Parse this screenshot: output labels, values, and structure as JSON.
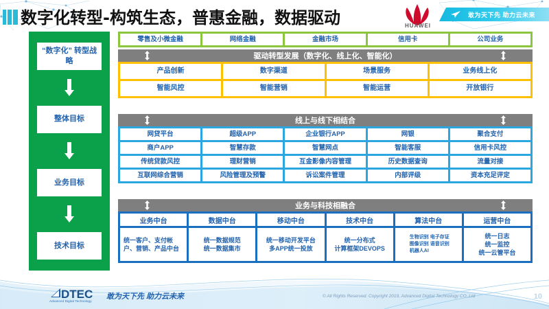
{
  "header": {
    "title": "数字化转型-构筑生态，普惠金融，数据驱动",
    "brand": "HUAWEI",
    "banner_text": "敢为天下先 助力云未来",
    "logo_icon": "huawei-flower-logo",
    "plane_icon": "paper-plane-icon",
    "accent_icon": "stripe-accent-bars"
  },
  "sidebar": {
    "items": [
      {
        "label": "“数字化”\n转型战略"
      },
      {
        "label": "整体目标"
      },
      {
        "label": "业务目标"
      },
      {
        "label": "技术目标"
      }
    ],
    "arrow_icon": "arrow-down-icon"
  },
  "sections": {
    "business_lines": {
      "items": [
        "零售及小微金融",
        "网络金融",
        "金融市场",
        "信用卡",
        "公司业务"
      ]
    },
    "drive": {
      "bar_title": "驱动转型发展（数字化、线上化、智能化）",
      "bar_icon": "double-arrow-vertical-icon",
      "rows": [
        [
          "产品创新",
          "数字渠道",
          "场景服务",
          "业务线上化"
        ],
        [
          "智能风控",
          "智能营销",
          "智能运营",
          "开放银行"
        ]
      ]
    },
    "online_offline": {
      "bar_title": "线上与线下相结合",
      "bar_icon": "double-arrow-vertical-icon",
      "rows": [
        [
          "网贷平台",
          "超级APP",
          "企业银行APP",
          "网银",
          "聚合支付"
        ],
        [
          "商户APP",
          "智慧存款",
          "智慧网点",
          "智能客服",
          "信用卡风控"
        ],
        [
          "传统贷款风控",
          "理财营销",
          "互金影像内容管理",
          "历史数据查询",
          "流量对接"
        ],
        [
          "互联网综合营销",
          "风险管理及预警",
          "诉讼案件管理",
          "内部评级",
          "资本充足评定"
        ]
      ]
    },
    "middle_platform": {
      "bar_title": "业务与科技相融合",
      "bar_icon": "double-arrow-vertical-icon",
      "columns": [
        {
          "head": "业务中台",
          "body": "统一客户、支付帐户、营销、产品中台",
          "style": "leftalign"
        },
        {
          "head": "数据中台",
          "body": "统一数据规范\n统一数据集市",
          "style": "center"
        },
        {
          "head": "移动中台",
          "body": "统一移动开发平台\n多APP统一投放",
          "style": "center"
        },
        {
          "head": "技术中台",
          "body": "统一分布式\n计算框架DEVOPS",
          "style": "center"
        },
        {
          "head": "算法中台",
          "body": "生物识别 电子存证\n图像识别 语音识别\n机器人AI",
          "style": "tiny"
        },
        {
          "head": "运营中台",
          "body": "统一日志\n统一监控\n统一云管平台",
          "style": "center"
        }
      ]
    }
  },
  "footer": {
    "logo_text": "DTEC",
    "logo_sub": "Advanced Digital Technology",
    "slogan": "敢为天下先   助力云未来",
    "copyright": "© All Rights Reserved. Copyright 2019, Advanced Digital Technology CO.,Ltd",
    "page_number": "10"
  },
  "colors": {
    "green": "#0ba04a",
    "lightgreen": "#8cc63f",
    "orange": "#ffc000",
    "blue": "#2ca6e0",
    "navy": "#1b6fc0",
    "bar_gray": "#7f7f7f",
    "text_blue": "#2262ad",
    "huawei_red": "#cf0a2c",
    "banner_cyan": "#16b9e0"
  }
}
